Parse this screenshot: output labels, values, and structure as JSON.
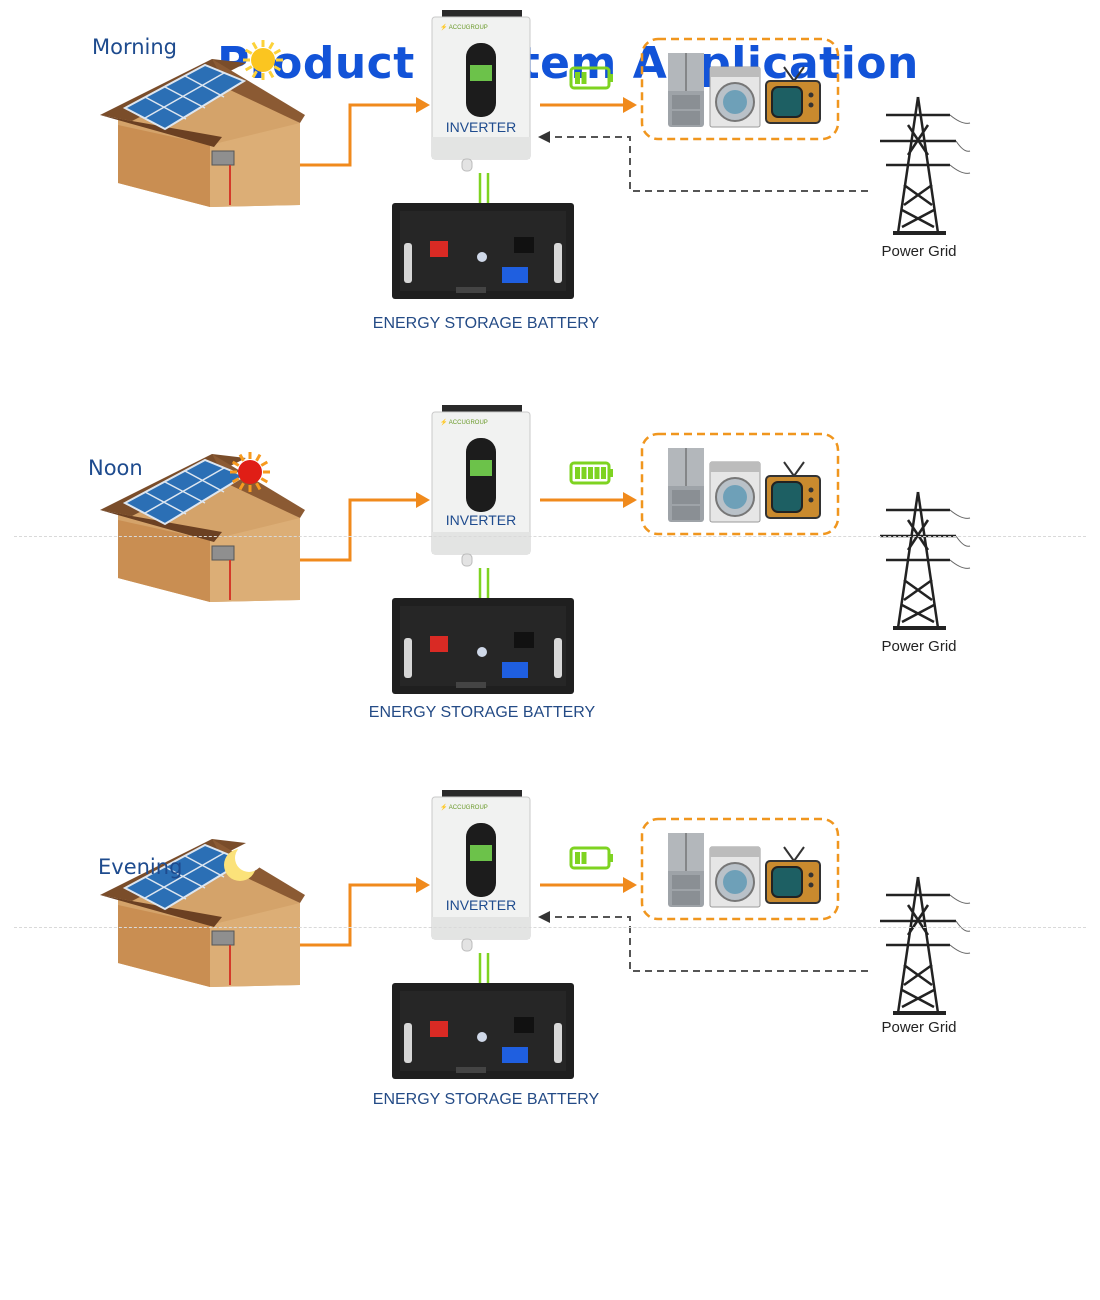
{
  "title": "Product System Application",
  "colors": {
    "title": "#1253d8",
    "flow_arrow": "#f08a1c",
    "battery_link": "#7ed321",
    "grid_arrow": "#555555",
    "label_text": "#1e4b8e"
  },
  "scenes": [
    {
      "time": "Morning",
      "sky_icon": "sun-icon",
      "inverter_label": "INVERTER",
      "battery_label": "ENERGY STORAGE BATTERY",
      "grid_label": "Power Grid",
      "battery_charge_bars": 2,
      "grid_supply": true
    },
    {
      "time": "Noon",
      "sky_icon": "hot-sun-icon",
      "inverter_label": "INVERTER",
      "battery_label": "ENERGY STORAGE BATTERY",
      "grid_label": "Power Grid",
      "battery_charge_bars": 5,
      "grid_supply": false
    },
    {
      "time": "Evening",
      "sky_icon": "moon-icon",
      "inverter_label": "INVERTER",
      "battery_label": "ENERGY STORAGE BATTERY",
      "grid_label": "Power Grid",
      "battery_charge_bars": 2,
      "grid_supply": true
    }
  ],
  "appliances": [
    "refrigerator-icon",
    "washing-machine-icon",
    "television-icon"
  ]
}
